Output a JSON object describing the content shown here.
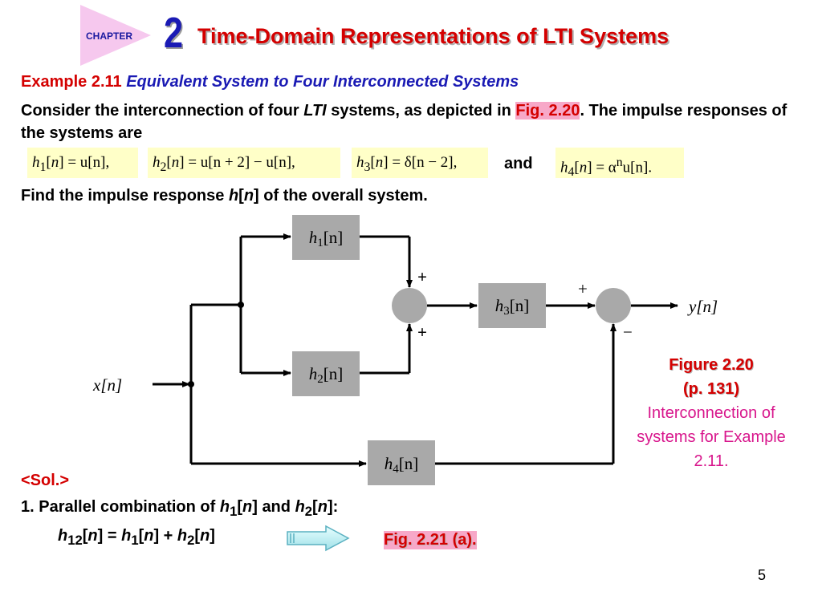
{
  "header": {
    "chapter_label": "CHAPTER",
    "chapter_number": "2",
    "title": "Time-Domain Representations of LTI Systems"
  },
  "example": {
    "label": "Example 2.11",
    "heading": "Equivalent System to Four Interconnected Systems"
  },
  "intro": {
    "text1": "Consider the interconnection of four ",
    "lti": "LTI",
    "text2": " systems, as depicted in ",
    "fig_ref": "Fig. 2.20",
    "text3": ". The impulse responses of the systems are"
  },
  "equations": {
    "h1": {
      "sub": "1",
      "rhs": "= u[n],"
    },
    "h2": {
      "sub": "2",
      "rhs": "= u[n + 2] − u[n],"
    },
    "h3": {
      "sub": "3",
      "rhs": "= δ[n − 2],"
    },
    "and": "and",
    "h4": {
      "sub": "4",
      "rhs_pre": "= α",
      "rhs_sup": "n",
      "rhs_post": "u[n]."
    }
  },
  "find": {
    "text1": "Find the impulse response ",
    "h": "h",
    "n": "n",
    "text2": " of the overall system."
  },
  "diagram": {
    "input": "x[n]",
    "output": "y[n]",
    "blocks": [
      {
        "name": "h",
        "sub": "1",
        "arg": "[n]"
      },
      {
        "name": "h",
        "sub": "2",
        "arg": "[n]"
      },
      {
        "name": "h",
        "sub": "3",
        "arg": "[n]"
      },
      {
        "name": "h",
        "sub": "4",
        "arg": "[n]"
      }
    ],
    "signs": {
      "sum1_top": "+",
      "sum1_bottom": "+",
      "sum2_top": "+",
      "sum2_bottom": "−"
    }
  },
  "caption": {
    "figure": "Figure 2.20",
    "page": "(p. 131)",
    "description": "Interconnection of systems for Example 2.11."
  },
  "solution": {
    "label": "<Sol.>",
    "step1": "1. Parallel combination of",
    "and": "and",
    "h12_lhs_sub": "12",
    "eq_mid": "] = ",
    "eq_plus": "] + ",
    "sub1": "1",
    "sub2": "2",
    "h": "h",
    "n": "n",
    "fig_ref": "Fig. 2.21 (a)."
  },
  "page_number": "5",
  "colors": {
    "title_red": "#d40000",
    "heading_blue": "#1a1ab4",
    "highlight_pink": "#f7a8c8",
    "caption_magenta": "#d8168c",
    "equation_bg": "#ffffc8",
    "block_gray": "#a9a9a9",
    "chapter_triangle": "#f6c8ee"
  }
}
